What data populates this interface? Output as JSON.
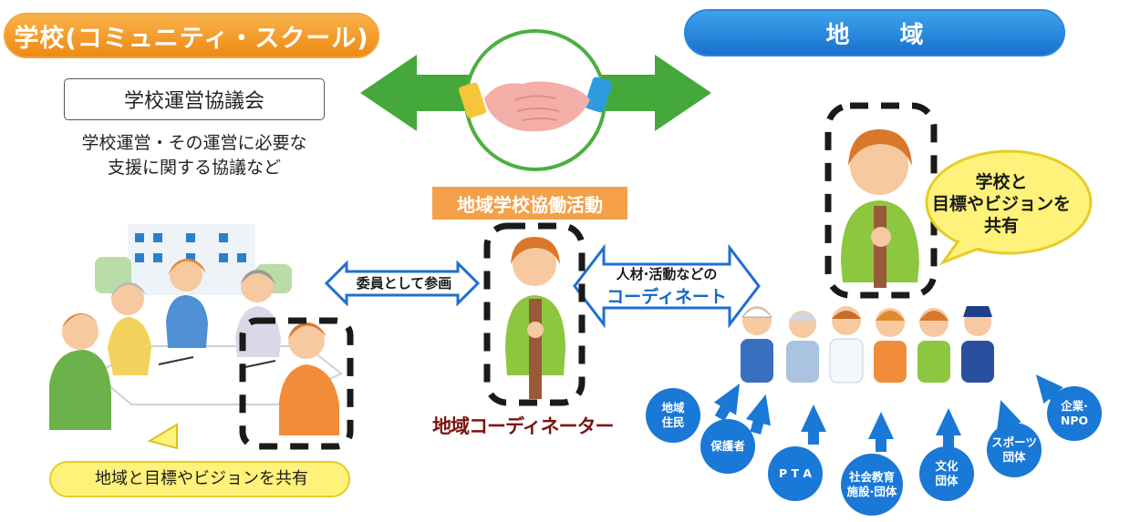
{
  "header": {
    "school_label": "学校(コミュニティ・スクール)",
    "region_label": "地 域"
  },
  "council": {
    "title": "学校運営協議会",
    "description_line1": "学校運営・その運営に必要な",
    "description_line2": "支援に関する協議など"
  },
  "center": {
    "collaboration_label": "地域学校協働活動",
    "planning_label": "委員として参画",
    "resources_label": "人材·活動などの",
    "coordinate_label": "コーディネート",
    "coordinator_label": "地域コーディネーター"
  },
  "speech_bubbles": {
    "region_line1": "学校と",
    "region_line2": "目標やビジョンを",
    "region_line3": "共有",
    "school_shared": "地域と目標やビジョンを共有"
  },
  "categories": [
    {
      "line1": "地域",
      "line2": "住民"
    },
    {
      "line1": "保護者",
      "line2": ""
    },
    {
      "line1": "P T A",
      "line2": ""
    },
    {
      "line1": "社会教育",
      "line2": "施設·団体"
    },
    {
      "line1": "文化",
      "line2": "団体"
    },
    {
      "line1": "スポーツ",
      "line2": "団体"
    },
    {
      "line1": "企業·",
      "line2": "NPO"
    }
  ],
  "colors": {
    "orange": "#f08c1a",
    "blue": "#1a78d6",
    "green_arrow": "#45a83a",
    "yellow_bubble": "#fff27a",
    "coordinator_text": "#7a1510"
  }
}
